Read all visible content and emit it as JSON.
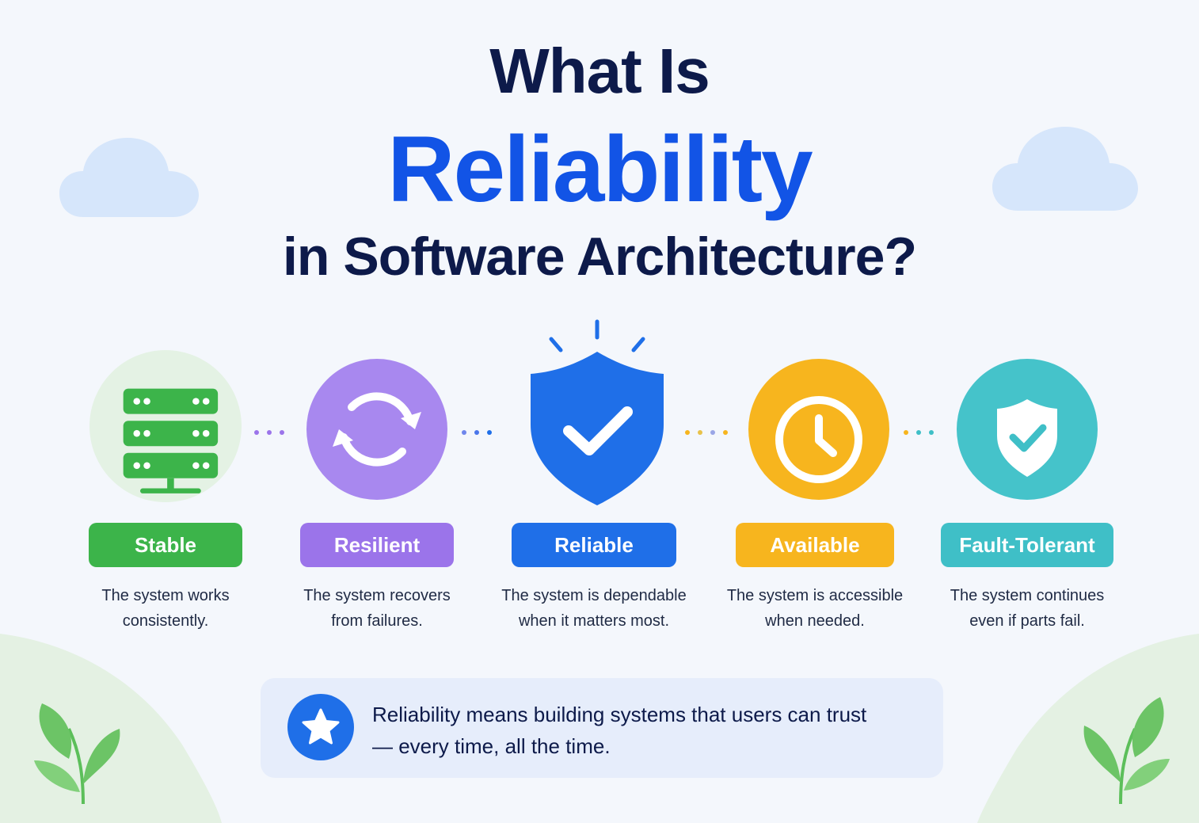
{
  "title": {
    "line1": "What Is",
    "line2": "Reliability",
    "line3": "in Software Architecture?"
  },
  "colors": {
    "navy": "#0d1a4a",
    "blue": "#1254e6",
    "green": "#3cb44a",
    "purple": "#9b74ea",
    "shield_blue": "#1f6fe8",
    "yellow": "#f7b51e",
    "teal": "#3fbfc7"
  },
  "items": [
    {
      "label": "Stable",
      "desc_line1": "The system works",
      "desc_line2": "consistently.",
      "icon": "server-icon",
      "color": "#3cb44a"
    },
    {
      "label": "Resilient",
      "desc_line1": "The system recovers",
      "desc_line2": "from failures.",
      "icon": "refresh-icon",
      "color": "#9b74ea"
    },
    {
      "label": "Reliable",
      "desc_line1": "The system is dependable",
      "desc_line2": "when it matters most.",
      "icon": "shield-check-icon",
      "color": "#1f6fe8"
    },
    {
      "label": "Available",
      "desc_line1": "The system is accessible",
      "desc_line2": "when needed.",
      "icon": "clock-icon",
      "color": "#f7b51e"
    },
    {
      "label": "Fault-Tolerant",
      "desc_line1": "The system continues",
      "desc_line2": "even if parts fail.",
      "icon": "shield-check-icon",
      "color": "#3fbfc7"
    }
  ],
  "banner": {
    "line1": "Reliability means building systems that users can trust",
    "line2": "— every time, all the time.",
    "icon": "star-icon"
  }
}
